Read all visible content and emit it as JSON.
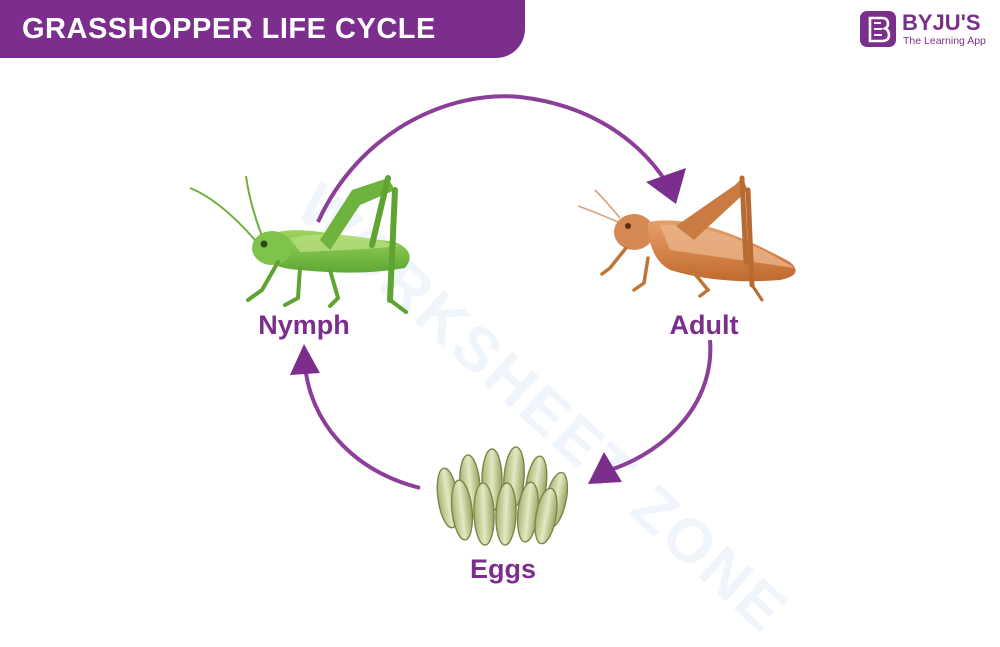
{
  "title": "GRASSHOPPER LIFE CYCLE",
  "brand": {
    "name": "BYJU'S",
    "tagline": "The Learning App",
    "mark_letter": "B"
  },
  "watermark": "WORKSHEET ZONE",
  "stages": {
    "nymph": "Nymph",
    "adult": "Adult",
    "eggs": "Eggs"
  },
  "colors": {
    "accent": "#7b2e8c",
    "arrow": "#8c3f98",
    "nymph_green": "#7dc243",
    "adult_orange": "#d98a4d",
    "egg_green": "#c9d19a",
    "watermark": "#2f7fd1"
  }
}
